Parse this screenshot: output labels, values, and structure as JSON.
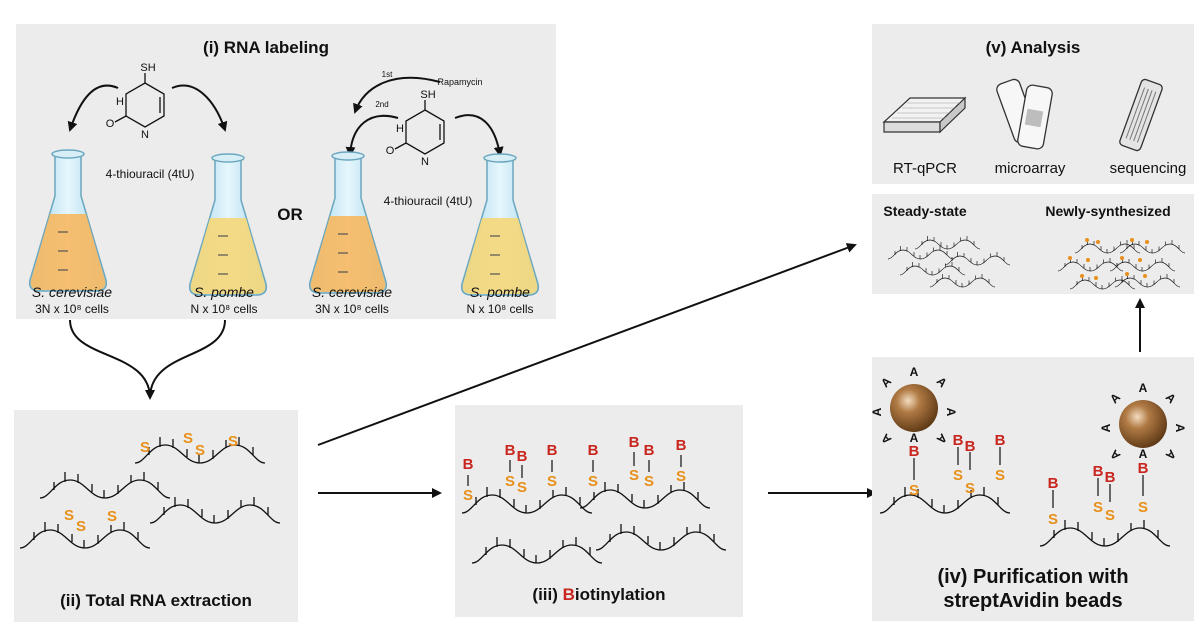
{
  "panels": {
    "labeling": {
      "title": "(i) RNA labeling",
      "compound_label": "4-thiouracil (4tU)",
      "compound_atoms": {
        "sh": "SH",
        "o": "O",
        "n": "N",
        "h": "H"
      },
      "or_label": "OR",
      "rapamycin_step1": "1st",
      "rapamycin_label": "Rapamycin",
      "rapamycin_step2": "2nd",
      "cultures": [
        {
          "species": "S. cerevisiae",
          "cells": "3N x 10⁸ cells"
        },
        {
          "species": "S. pombe",
          "cells": "N x 10⁸ cells"
        },
        {
          "species": "S. cerevisiae",
          "cells": "3N x 10⁸ cells"
        },
        {
          "species": "S. pombe",
          "cells": "N x 10⁸ cells"
        }
      ]
    },
    "extraction": {
      "title": "(ii) Total RNA extraction"
    },
    "biotinylation": {
      "title_highlight": "B",
      "title_prefix": "(iii) ",
      "title_rest": "iotinylation"
    },
    "purification": {
      "title_line1": "(iv) Purification with",
      "title_line2": "streptAvidin beads"
    },
    "analysis": {
      "title": "(v) Analysis",
      "methods": [
        "RT-qPCR",
        "microarray",
        "sequencing"
      ]
    },
    "rna_types": {
      "steady_state": "Steady-state",
      "newly_synthesized": "Newly-synthesized"
    }
  },
  "symbols": {
    "thiol": "S",
    "biotin": "B",
    "avidin": "A"
  },
  "colors": {
    "panel_bg": "#ececec",
    "thiol": "#e8901a",
    "biotin": "#c8261e",
    "bead": "#8a5a2b",
    "medium_cerevisiae": "#f6b860",
    "medium_pombe": "#f5d77a"
  }
}
